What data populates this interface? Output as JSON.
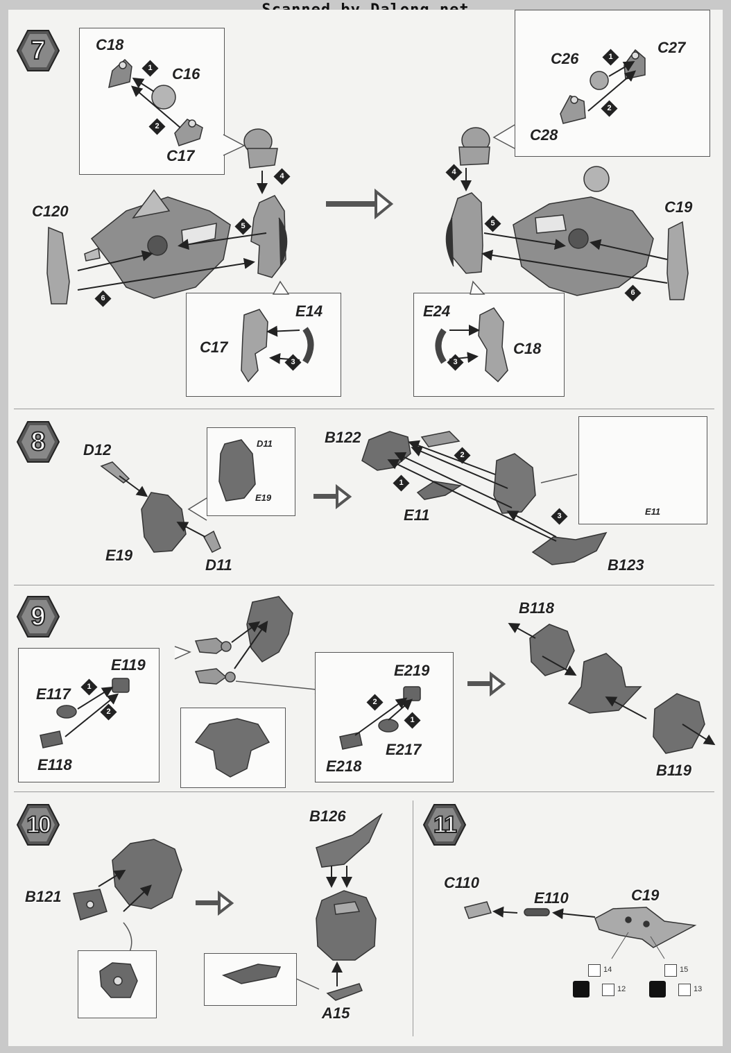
{
  "header": {
    "scan_credit": "Scanned by Dalong.net"
  },
  "steps": {
    "s7": "7",
    "s8": "8",
    "s9": "9",
    "s10": "10",
    "s11": "11"
  },
  "markers": {
    "m1": "1",
    "m2": "2",
    "m3": "3",
    "m4": "4",
    "m5": "5",
    "m6": "6"
  },
  "step7": {
    "left": {
      "c18": "C18",
      "c16": "C16",
      "c17": "C17",
      "c20": "C120",
      "e14": "E14",
      "c17b": "C17"
    },
    "right": {
      "c26": "C26",
      "c27": "C27",
      "c28": "C28",
      "c19": "C19",
      "e24": "E24",
      "c18": "C18"
    }
  },
  "step8": {
    "d12": "D12",
    "d11_inset": "D11",
    "e19_inset": "E19",
    "e19": "E19",
    "d11": "D11",
    "b122": "B122",
    "e11": "E11",
    "e11_inset": "E11",
    "b123": "B123"
  },
  "step9": {
    "e119": "E119",
    "e117": "E117",
    "e118": "E118",
    "e219": "E219",
    "e218": "E218",
    "e217": "E217",
    "b118": "B118",
    "b119": "B119"
  },
  "step10": {
    "b121": "B121",
    "b126": "B126",
    "a15": "A15"
  },
  "step11": {
    "c110": "C110",
    "e110": "E110",
    "c19": "C19",
    "tag14": "14",
    "tag15": "15",
    "tag12": "12",
    "tag13": "13"
  }
}
